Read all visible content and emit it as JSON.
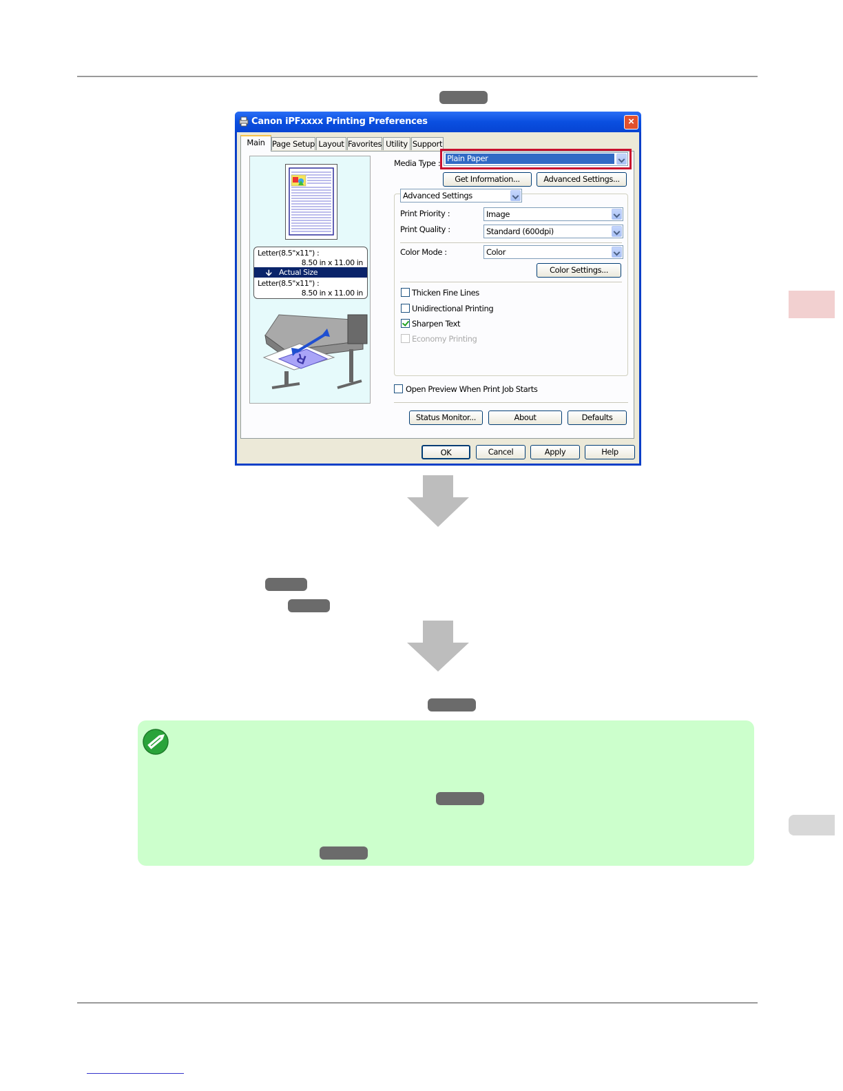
{
  "dialog": {
    "title": "Canon iPFxxxx Printing Preferences",
    "close_label": "×",
    "tabs": [
      {
        "label": "Main",
        "active": true
      },
      {
        "label": "Page Setup"
      },
      {
        "label": "Layout"
      },
      {
        "label": "Favorites"
      },
      {
        "label": "Utility"
      },
      {
        "label": "Support"
      }
    ],
    "preview": {
      "size_from": "Letter(8.5\"x11\") :",
      "size_from_dims": "8.50 in x 11.00 in",
      "scaling": "Actual Size",
      "size_to": "Letter(8.5\"x11\") :",
      "size_to_dims": "8.50 in x 11.00 in"
    },
    "media_type_label": "Media Type :",
    "media_type_value": "Plain Paper",
    "get_information_button": "Get Information...",
    "advanced_settings_button": "Advanced Settings...",
    "settings_mode": "Advanced Settings",
    "print_priority_label": "Print Priority :",
    "print_priority_value": "Image",
    "print_quality_label": "Print Quality :",
    "print_quality_value": "Standard (600dpi)",
    "color_mode_label": "Color Mode :",
    "color_mode_value": "Color",
    "color_settings_button": "Color Settings...",
    "checkboxes": [
      {
        "label": "Thicken Fine Lines",
        "checked": false,
        "enabled": true
      },
      {
        "label": "Unidirectional Printing",
        "checked": false,
        "enabled": true
      },
      {
        "label": "Sharpen Text",
        "checked": true,
        "enabled": true
      },
      {
        "label": "Economy Printing",
        "checked": false,
        "enabled": false
      }
    ],
    "open_preview_label": "Open Preview When Print Job Starts",
    "status_monitor_button": "Status Monitor...",
    "about_button": "About",
    "defaults_button": "Defaults",
    "ok_button": "OK",
    "cancel_button": "Cancel",
    "apply_button": "Apply",
    "help_button": "Help"
  },
  "colors": {
    "highlight_frame": "#c8102e",
    "note_background": "#ccffcc",
    "reference_pill": "#6b6b6b",
    "arrow": "#bdbdbd"
  },
  "note": {
    "icon": "pencil-note-icon"
  }
}
